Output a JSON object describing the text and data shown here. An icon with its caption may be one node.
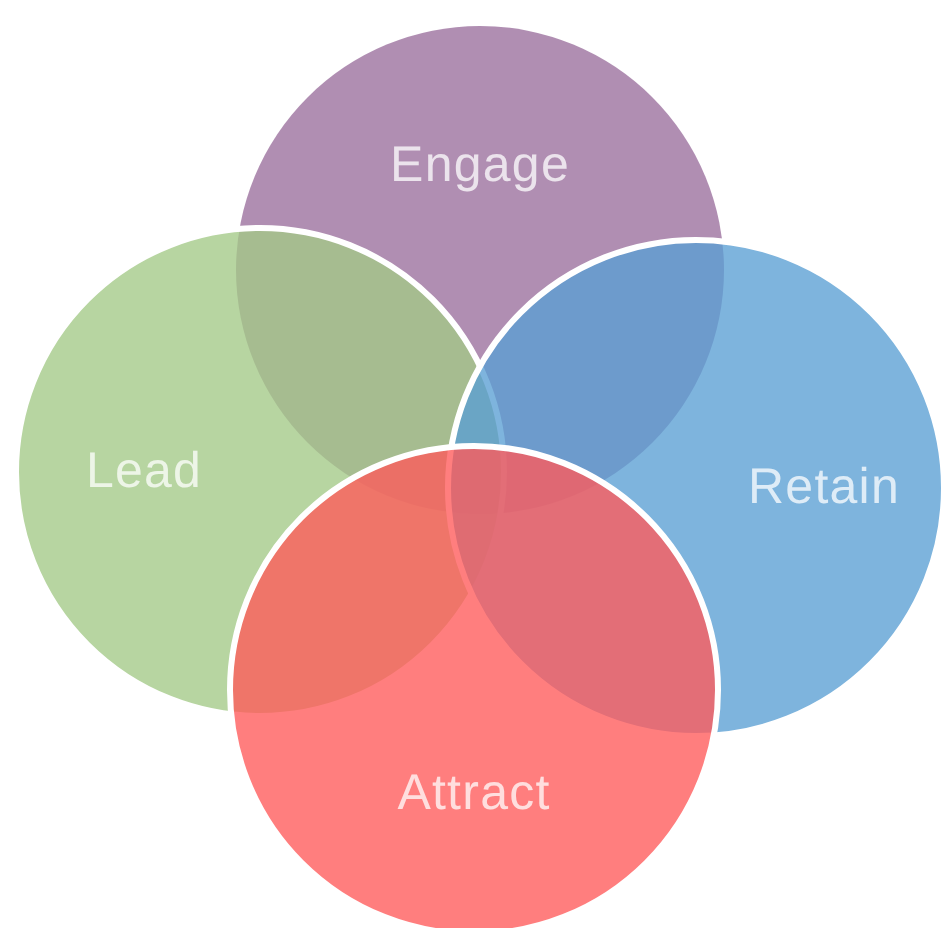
{
  "diagram": {
    "nodes": [
      {
        "text": [
          "Engage"
        ]
      },
      {
        "text": [
          "Lead"
        ]
      },
      {
        "text": [
          "Retain"
        ]
      },
      {
        "text": [
          "Attract"
        ]
      }
    ]
  }
}
